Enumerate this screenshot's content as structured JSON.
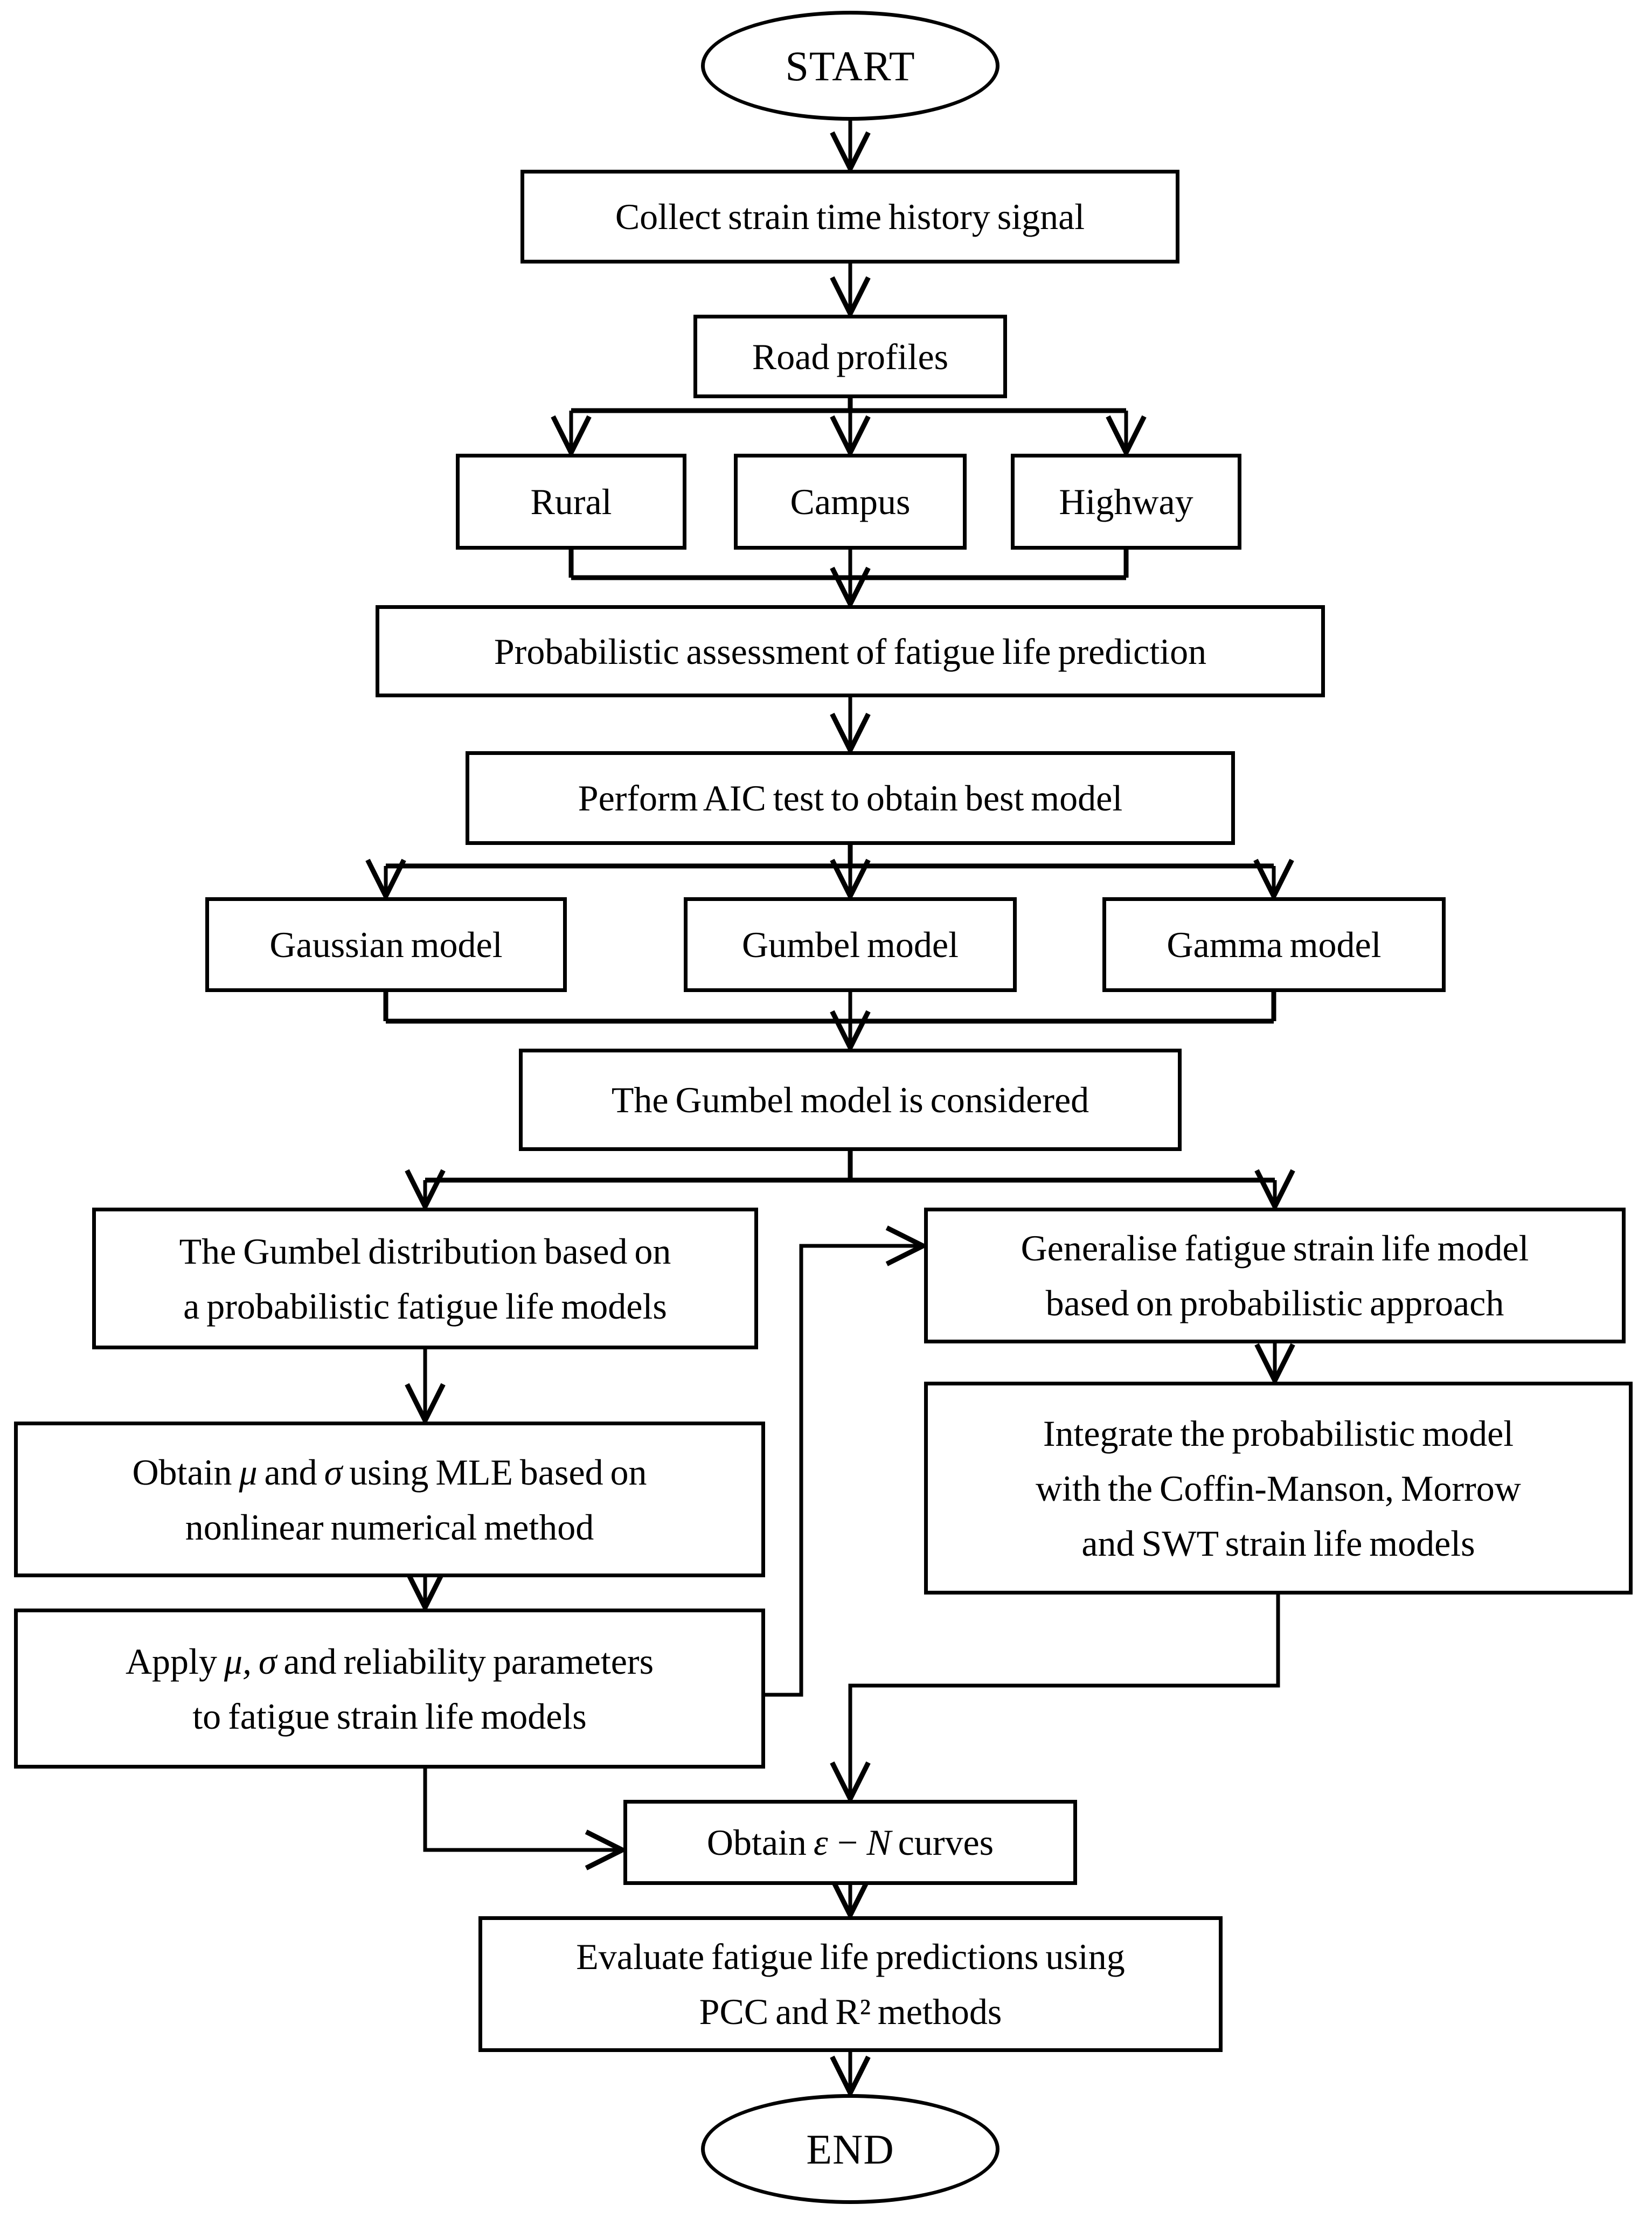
{
  "diagram": {
    "colors": {
      "stroke": "#000000",
      "background": "#ffffff"
    },
    "nodes": {
      "start": {
        "label": "START"
      },
      "collect": {
        "label": "Collect strain time history signal"
      },
      "road": {
        "label": "Road profiles"
      },
      "rural": {
        "label": "Rural"
      },
      "campus": {
        "label": "Campus"
      },
      "highway": {
        "label": "Highway"
      },
      "prob": {
        "label": "Probabilistic assessment of fatigue life prediction"
      },
      "aic": {
        "label": "Perform AIC test to obtain best model"
      },
      "gaussian": {
        "label": "Gaussian model"
      },
      "gumbel": {
        "label": "Gumbel model"
      },
      "gamma": {
        "label": "Gamma model"
      },
      "considered": {
        "label": "The Gumbel model is considered"
      },
      "gumbel_dist": {
        "line1": "The Gumbel distribution based on",
        "line2": "a probabilistic fatigue life models"
      },
      "generalise": {
        "line1": "Generalise fatigue strain life model",
        "line2": "based on probabilistic approach"
      },
      "obtain_mle": {
        "p1": "Obtain ",
        "p2": "μ",
        "p3": " and ",
        "p4": "σ",
        "p5": " using MLE based on",
        "line2": "nonlinear numerical method"
      },
      "integrate": {
        "line1": "Integrate the probabilistic model",
        "line2": "with the Coffin-Manson, Morrow",
        "line3": "and SWT strain life models"
      },
      "apply": {
        "p1": "Apply  ",
        "p2": "μ, σ",
        "p3": "  and reliability parameters",
        "line2": "to fatigue strain life models"
      },
      "curves": {
        "p1": "Obtain ",
        "p2": "ε − N",
        "p3": " curves"
      },
      "evaluate": {
        "line1": "Evaluate fatigue life predictions using",
        "line2": "PCC and R² methods"
      },
      "end": {
        "label": "END"
      }
    }
  }
}
